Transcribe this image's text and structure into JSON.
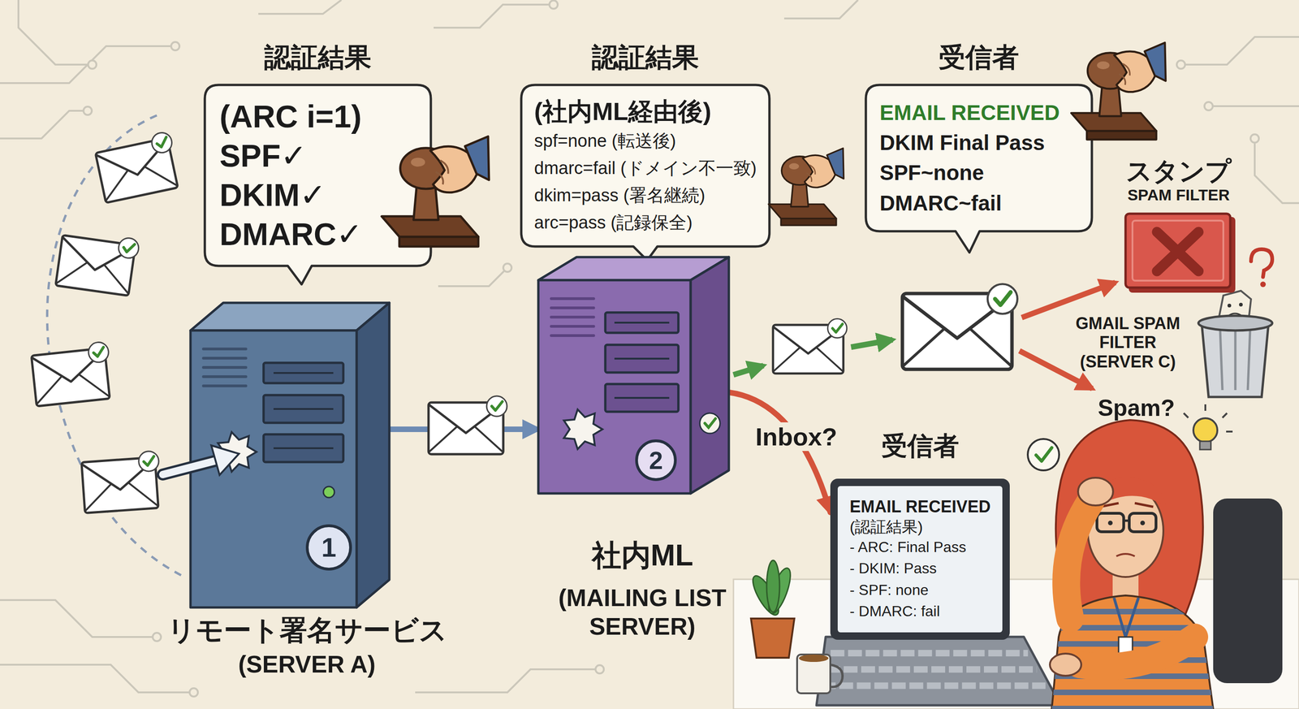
{
  "diagram": {
    "nodes": [
      {
        "text": [
          "認証結果",
          "(ARC i=1)",
          "SPF✓",
          "DKIM✓",
          "DMARC✓"
        ]
      },
      {
        "text": [
          "認証結果",
          "(社内ML経由後)",
          "spf=none (転送後)",
          "dmarc=fail (ドメイン不一致)",
          "dkim=pass (署名継続)",
          "arc=pass (記録保全)"
        ]
      },
      {
        "text": [
          "受信者",
          "EMAIL RECEIVED",
          "DKIM Final Pass",
          "SPF~none",
          "DMARC~fail"
        ]
      },
      {
        "text": [
          "スタンプ",
          "SPAM FILTER"
        ]
      },
      {
        "text": [
          "リモート署名サービス",
          "(SERVER A)"
        ]
      },
      {
        "text": [
          "1"
        ],
        "in": 4
      },
      {
        "text": [
          "社内ML",
          "(MAILING LIST SERVER)"
        ]
      },
      {
        "text": [
          "2"
        ],
        "in": 6
      },
      {
        "text": [
          "受信者",
          "EMAIL RECEIVED",
          "(認証結果)",
          "- ARC: Final Pass",
          "- DKIM: Pass",
          "- SPF: none",
          "- DMARC: fail"
        ]
      }
    ],
    "edges": [
      {
        "from": 4,
        "to": 6,
        "arrow": "to"
      },
      {
        "from": 6,
        "to": 8,
        "arrow": "to",
        "label": "Inbox?"
      }
    ],
    "labels": [
      "GMAIL SPAM FILTER (SERVER C)",
      "Spam?"
    ]
  }
}
